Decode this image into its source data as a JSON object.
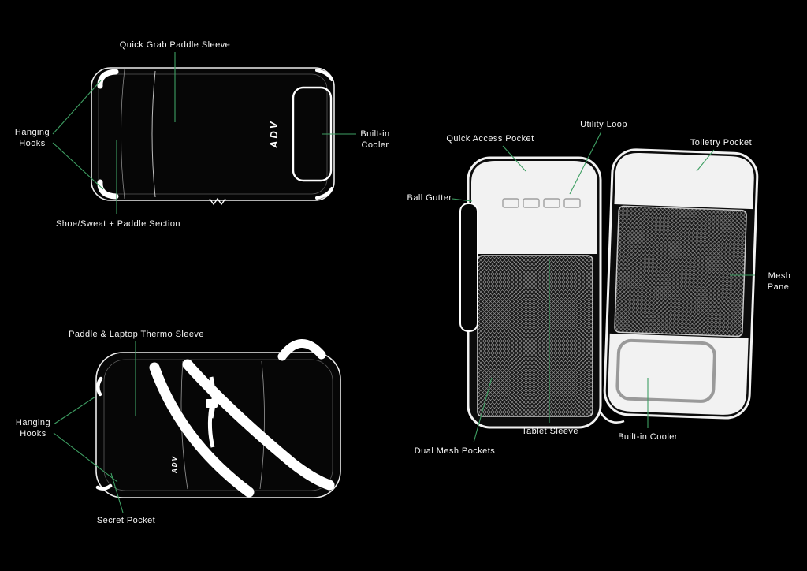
{
  "colors": {
    "bg": "#000000",
    "accent": "#3E9F63",
    "text": "#F5F5F5"
  },
  "brand": {
    "logo": "ADV"
  },
  "views": {
    "top": {
      "labels": {
        "quick_grab": "Quick Grab Paddle Sleeve",
        "hanging_hooks": "Hanging\nHooks",
        "built_in_cooler": "Built-in\nCooler",
        "shoe_sweat": "Shoe/Sweat + Paddle Section"
      }
    },
    "front": {
      "labels": {
        "paddle_laptop": "Paddle & Laptop Thermo Sleeve",
        "hanging_hooks": "Hanging\nHooks",
        "secret_pocket": "Secret Pocket"
      }
    },
    "open": {
      "labels": {
        "quick_access": "Quick Access Pocket",
        "utility_loop": "Utility Loop",
        "toiletry_pocket": "Toiletry Pocket",
        "ball_gutter": "Ball Gutter",
        "mesh_panel": "Mesh Panel",
        "tablet_sleeve": "Tablet Sleeve",
        "built_in_cooler": "Built-in Cooler",
        "dual_mesh_pockets": "Dual Mesh Pockets"
      }
    }
  }
}
